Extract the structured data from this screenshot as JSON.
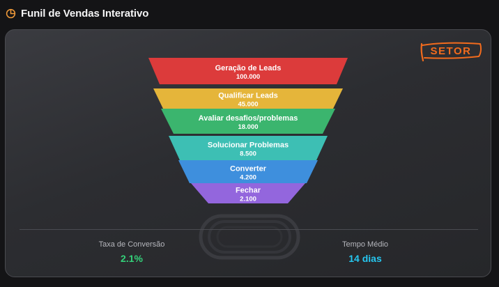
{
  "header": {
    "title": "Funil de Vendas Interativo",
    "icon": "pie-chart-icon",
    "icon_color": "#f39c3a"
  },
  "logo": {
    "text": "SETOR",
    "color": "#f26b1d"
  },
  "chart_data": {
    "type": "funnel",
    "stages": [
      {
        "label": "Geração de Leads",
        "value": 100000,
        "display": "100.000",
        "color": "#dc3b3b"
      },
      {
        "label": "Qualificar Leads",
        "value": 45000,
        "display": "45.000",
        "color": "#e5b53a"
      },
      {
        "label": "Avaliar desafios/problemas",
        "value": 18000,
        "display": "18.000",
        "color": "#3bb56e"
      },
      {
        "label": "Solucionar Problemas",
        "value": 8500,
        "display": "8.500",
        "color": "#3dbfb4"
      },
      {
        "label": "Converter",
        "value": 4200,
        "display": "4.200",
        "color": "#3e8fdd"
      },
      {
        "label": "Fechar",
        "value": 2100,
        "display": "2.100",
        "color": "#9366dd"
      }
    ]
  },
  "metrics": {
    "conversion": {
      "label": "Taxa de Conversão",
      "value": "2.1%",
      "color": "#34d17a"
    },
    "avg_time": {
      "label": "Tempo Médio",
      "value": "14 dias",
      "color": "#26c7f0"
    }
  }
}
